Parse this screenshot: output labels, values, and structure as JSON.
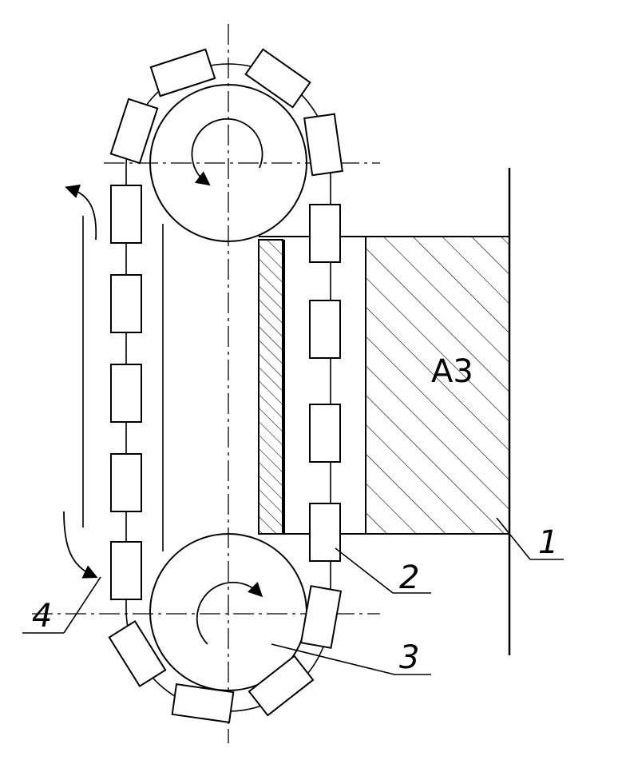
{
  "labels": {
    "block": "A3",
    "ref_1": "1",
    "ref_2": "2",
    "ref_3": "3",
    "ref_4": "4"
  },
  "colors": {
    "ink": "#000000",
    "paper": "#ffffff"
  }
}
